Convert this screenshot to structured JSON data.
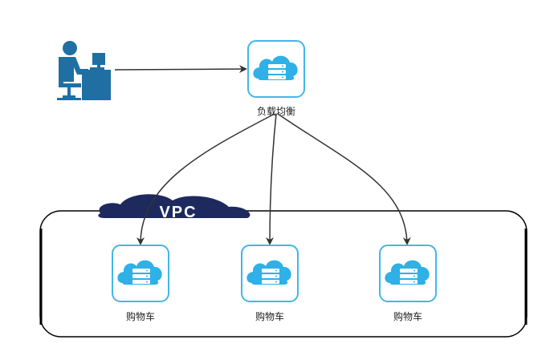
{
  "diagram": {
    "vpc_label": "VPC",
    "load_balancer": {
      "label": "负载均衡",
      "icon": "cloud-server-icon"
    },
    "user": {
      "icon": "user-at-computer-icon"
    },
    "servers": [
      {
        "label": "购物车",
        "icon": "cloud-server-icon"
      },
      {
        "label": "购物车",
        "icon": "cloud-server-icon"
      },
      {
        "label": "购物车",
        "icon": "cloud-server-icon"
      }
    ],
    "colors": {
      "icon_border": "#3fb8e8",
      "icon_fill": "#2fb0e6",
      "user_blue": "#1f6fa3",
      "vpc_badge": "#1e2a5e",
      "edge": "#333333"
    }
  }
}
